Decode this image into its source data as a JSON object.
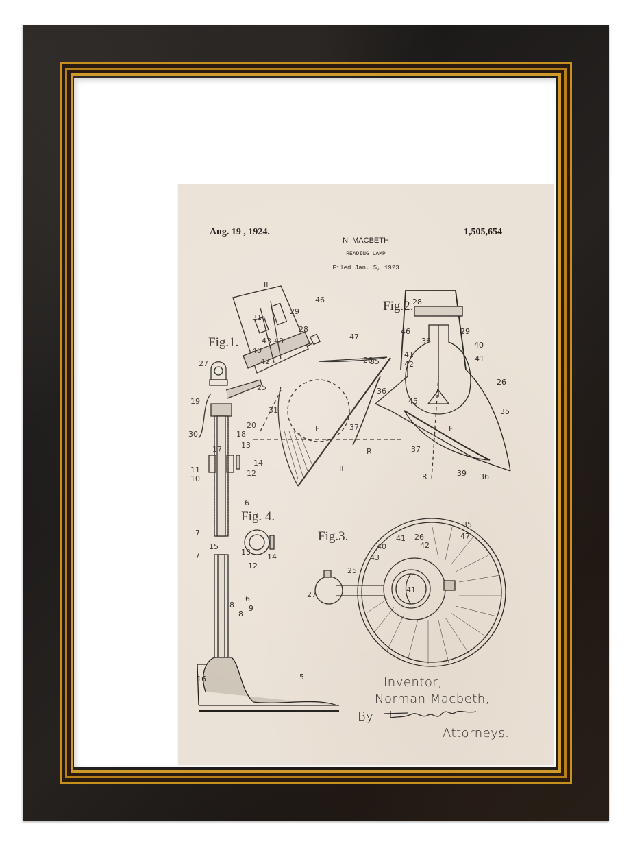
{
  "frame": {
    "style": "dark distressed wood frame with triple gold liner and white mat",
    "colors": {
      "frame": "#1f1b18",
      "gold": "#c8901e",
      "mat": "#ffffff",
      "paper": "#ebe2d7",
      "ink": "#1e1b18"
    }
  },
  "patent": {
    "date": "Aug. 19 , 1924.",
    "number": "1,505,654",
    "inventor_header": "N. MACBETH",
    "title": "READING LAMP",
    "filed": "Filed Jan. 5, 1923"
  },
  "figures": {
    "fig1": {
      "label": "Fig.1.",
      "refs": [
        "II",
        "46",
        "31",
        "29",
        "28",
        "43",
        "43",
        "40",
        "42",
        "47",
        "26",
        "35",
        "27",
        "25",
        "19",
        "36",
        "31",
        "20",
        "30",
        "18",
        "13",
        "17",
        "14",
        "11",
        "12",
        "10",
        "F",
        "37",
        "R",
        "II",
        "6",
        "7"
      ]
    },
    "fig2": {
      "label": "Fig.2.",
      "refs": [
        "28",
        "46",
        "29",
        "36",
        "40",
        "41",
        "41",
        "42",
        "26",
        "45",
        "35",
        "F",
        "37",
        "R",
        "39",
        "36"
      ]
    },
    "fig3": {
      "label": "Fig.3.",
      "refs": [
        "35",
        "41",
        "26",
        "40",
        "42",
        "47",
        "43",
        "25",
        "41",
        "27"
      ]
    },
    "fig4": {
      "label": "Fig. 4.",
      "refs": [
        "13",
        "14",
        "12"
      ]
    },
    "base": {
      "refs": [
        "15",
        "7",
        "6",
        "8",
        "9",
        "8",
        "16",
        "5"
      ]
    }
  },
  "signature": {
    "line1": "Inventor,",
    "line2": "Norman Macbeth,",
    "by": "By",
    "line4": "Attorneys."
  }
}
